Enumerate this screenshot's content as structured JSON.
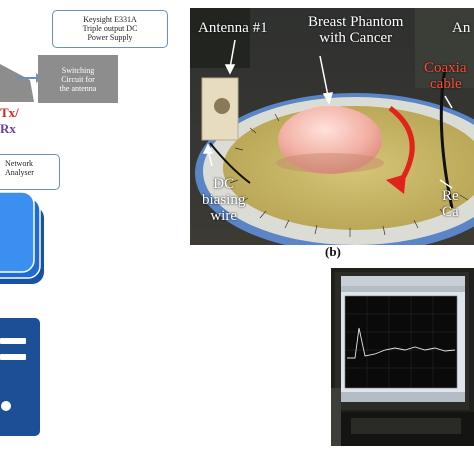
{
  "schematic": {
    "power_supply_callout": [
      "Keysight E331A",
      "Triple output DC",
      "Power Supply"
    ],
    "switching_circuit_box": [
      "Switching",
      "Circuit for",
      "the antenna"
    ],
    "tx_label": "Tx/",
    "rx_label": "Rx",
    "vna_callout": [
      "Network",
      "Analyser"
    ]
  },
  "photo_a": {
    "labels": {
      "antenna": "Antenna #1",
      "phantom": [
        "Breast Phantom",
        "with Cancer"
      ],
      "antenna_right": "An",
      "coaxial": [
        "Coaxia",
        "cable"
      ],
      "dc_biasing": [
        "DC",
        "biasing",
        "wire"
      ],
      "rotation": [
        "Re",
        "Ca"
      ]
    },
    "caption": "(b)"
  },
  "colors": {
    "tx_red": "#d8221a",
    "rx_purple": "#6a3fa6",
    "device_blue": "#1e6bd3",
    "pc_blue": "#1c4f95",
    "phantom_pink": "#efb0a6",
    "ring_blue": "#4a7fc4"
  }
}
